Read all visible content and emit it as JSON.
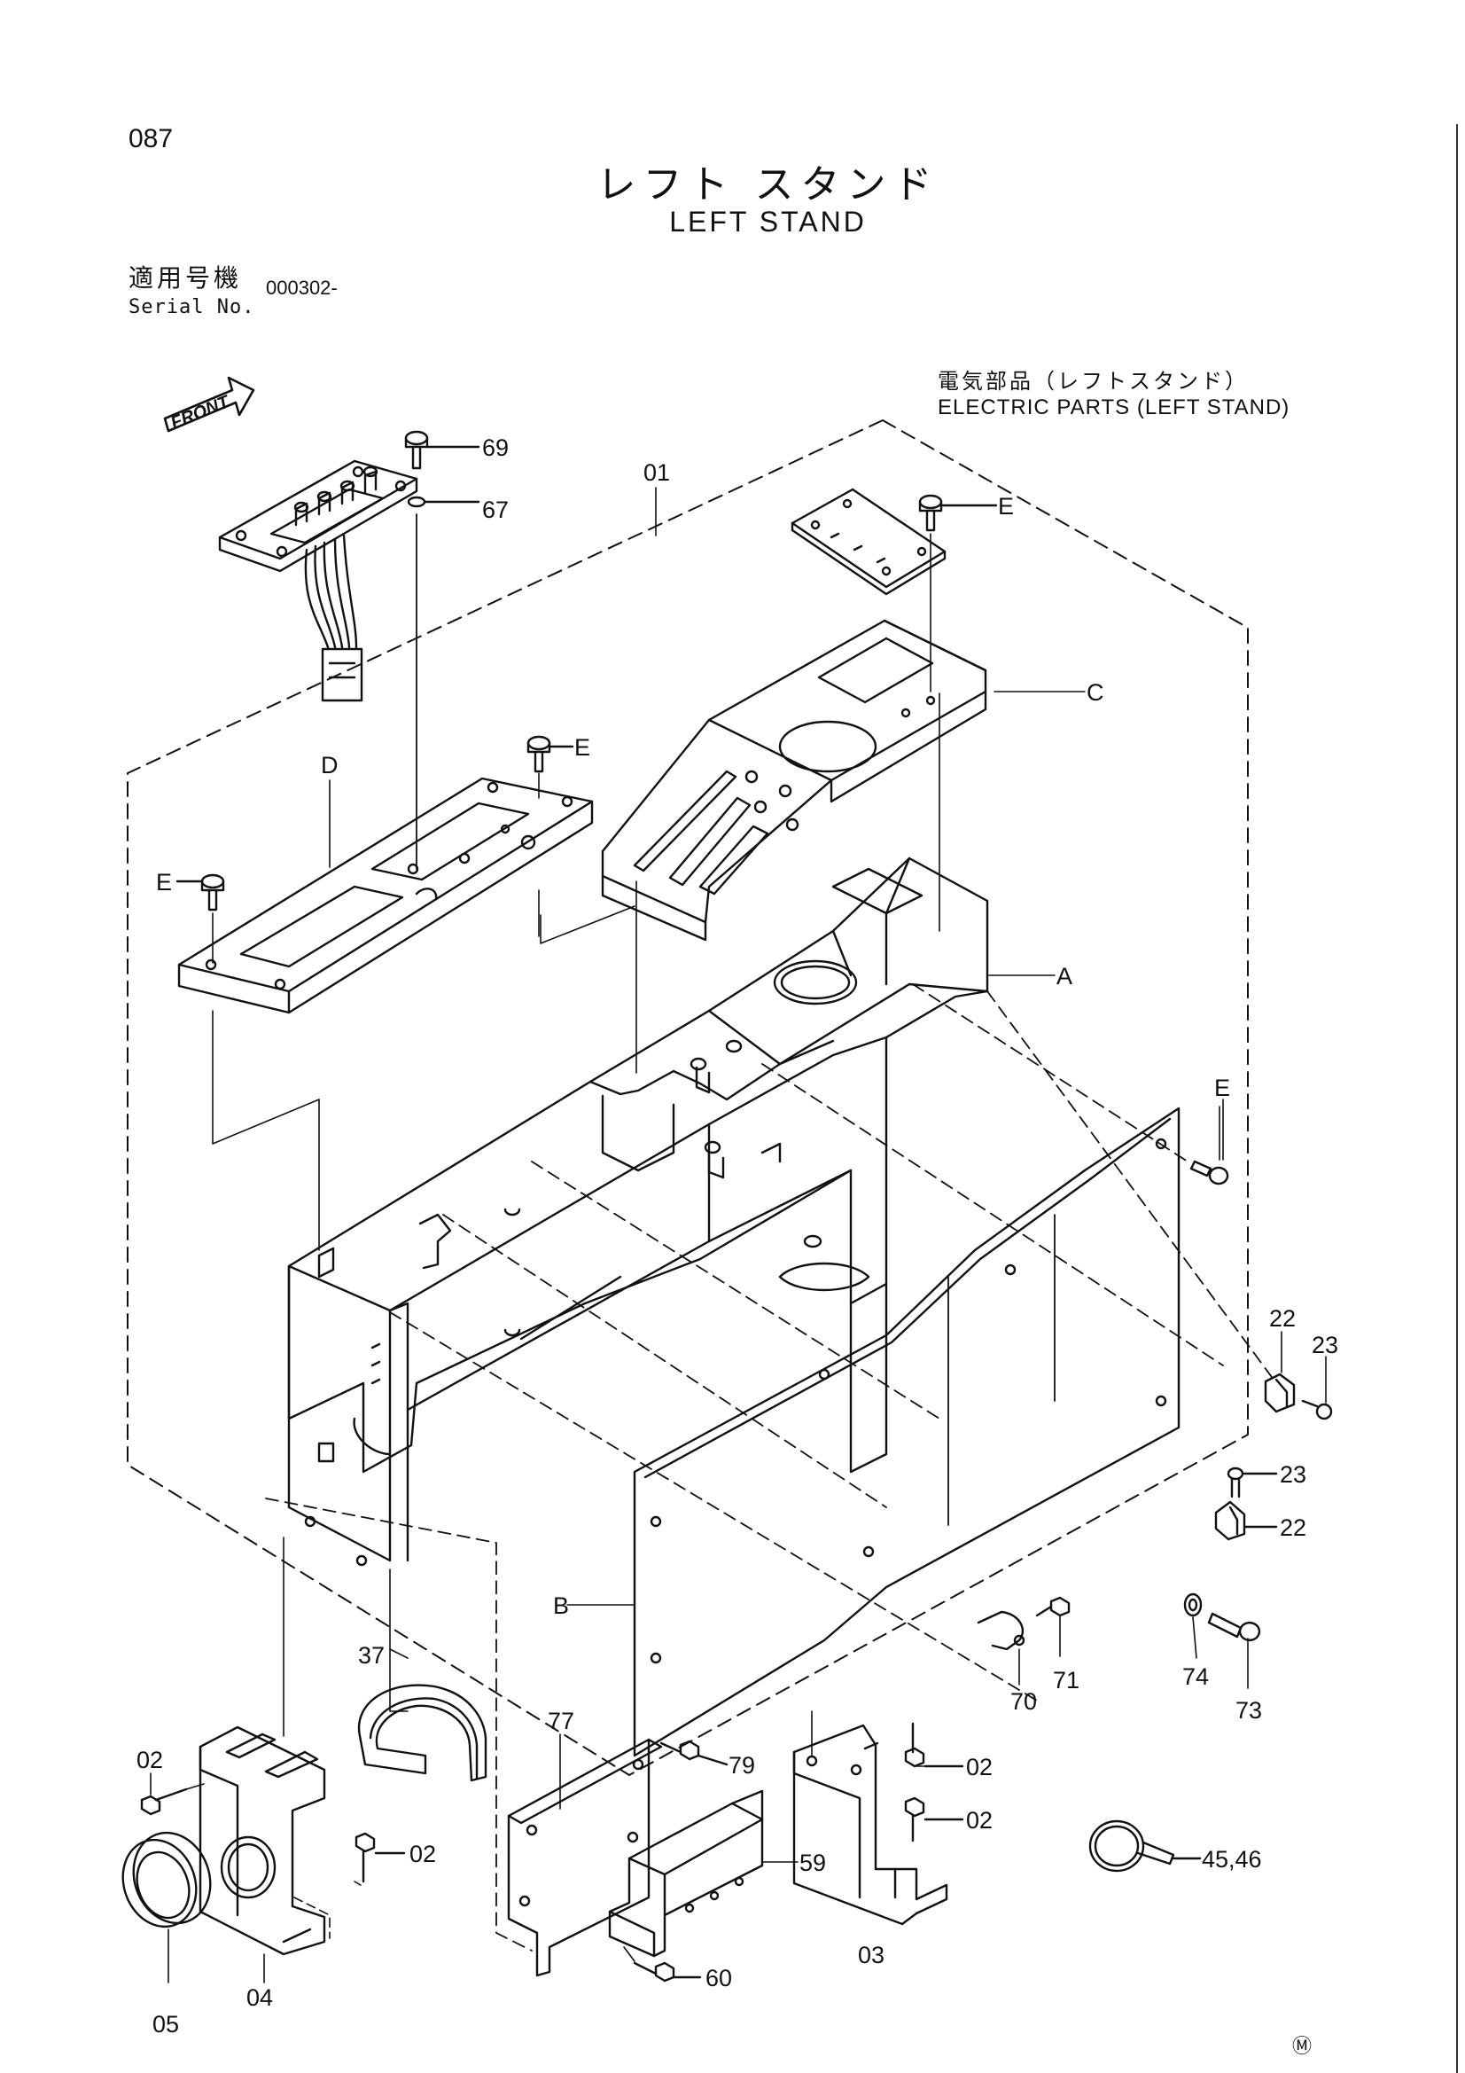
{
  "header": {
    "page_number": "087",
    "title_jp": "レフト スタンド",
    "title_en": "LEFT STAND",
    "serial_label_jp": "適用号機",
    "serial_label_en": "Serial No.",
    "serial_value": "000302-"
  },
  "front_indicator": "FRONT",
  "electric_parts": {
    "label_jp": "電気部品（レフトスタンド）",
    "label_en": "ELECTRIC PARTS (LEFT STAND)"
  },
  "callouts": {
    "c69": "69",
    "c67": "67",
    "c01": "01",
    "e_top": "E",
    "c_plate": "C",
    "d_plate": "D",
    "e_d_right": "E",
    "e_d_left": "E",
    "a_stand": "A",
    "e_right": "E",
    "c22a": "22",
    "c23a": "23",
    "c23b": "23",
    "c22b": "22",
    "b_panel": "B",
    "c74": "74",
    "c73": "73",
    "c71": "71",
    "c70": "70",
    "c37": "37",
    "c02a": "02",
    "c02b": "02",
    "c04": "04",
    "c05": "05",
    "c77": "77",
    "c79": "79",
    "c59": "59",
    "c60": "60",
    "c02c": "02",
    "c02d": "02",
    "c03": "03",
    "c4546": "45,46"
  },
  "footer": {
    "mark": "Ⓜ"
  }
}
